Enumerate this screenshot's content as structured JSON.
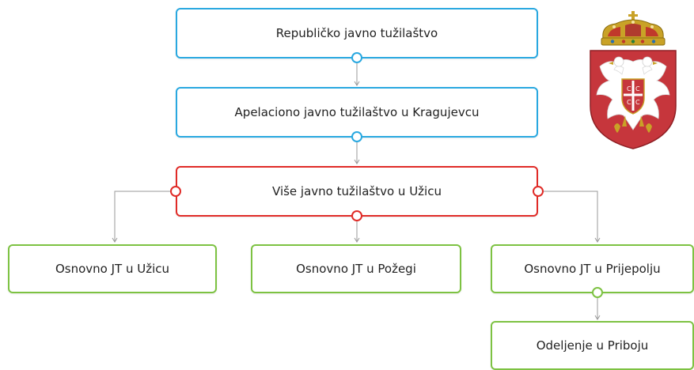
{
  "colors": {
    "blue": "#29a8e0",
    "red": "#e02b27",
    "green": "#7dc242",
    "connector": "#9a9a9a"
  },
  "nodes": {
    "republicko": {
      "label": "Republičko javno tužilaštvo"
    },
    "apelaciono": {
      "label": "Apelaciono javno tužilaštvo u Kragujevcu"
    },
    "vise": {
      "label": "Više javno tužilaštvo u Užicu"
    },
    "osnovno_uzice": {
      "label": "Osnovno JT u Užicu"
    },
    "osnovno_pozega": {
      "label": "Osnovno JT u Požegi"
    },
    "osnovno_prijepolje": {
      "label": "Osnovno JT u Prijepolju"
    },
    "odeljenje_priboj": {
      "label": "Odeljenje u Priboju"
    }
  },
  "emblem": {
    "icon": "serbia-coat-of-arms-icon"
  }
}
